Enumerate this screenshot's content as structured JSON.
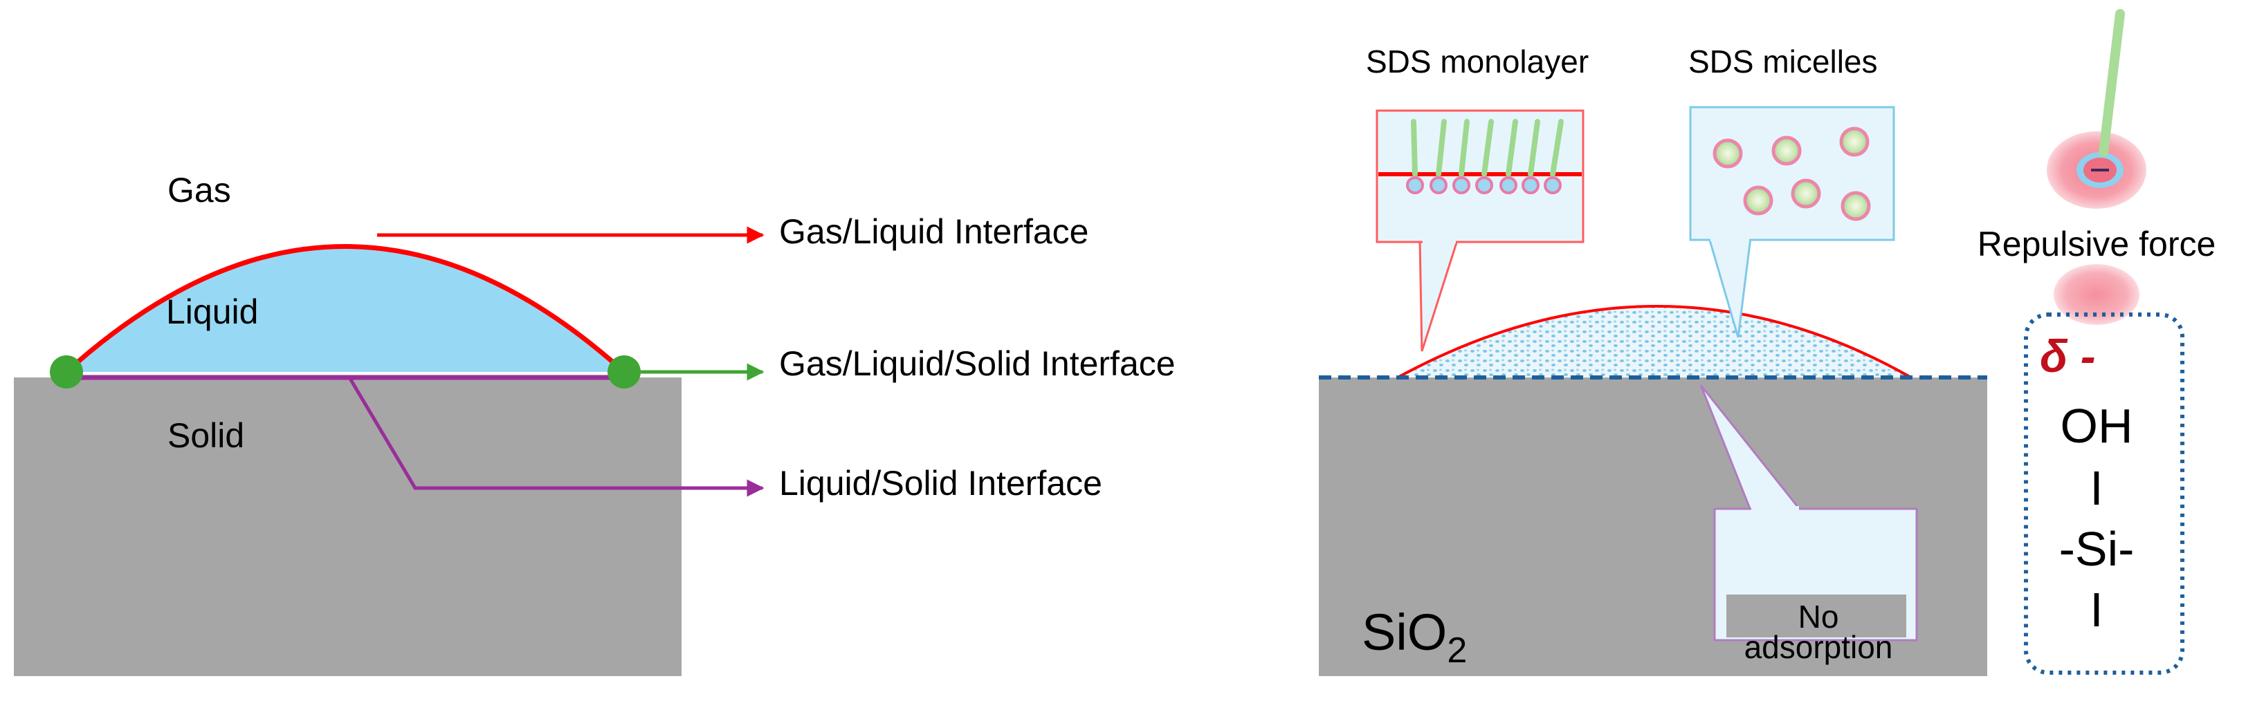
{
  "left_diagram": {
    "phase_gas": "Gas",
    "phase_liquid": "Liquid",
    "phase_solid": "Solid",
    "interface_gas_liquid": "Gas/Liquid Interface",
    "interface_gas_liquid_solid": "Gas/Liquid/Solid Interface",
    "interface_liquid_solid": "Liquid/Solid Interface"
  },
  "right_diagram": {
    "monolayer_label": "SDS monolayer",
    "micelles_label": "SDS micelles",
    "substrate_label_main": "SiO",
    "substrate_label_sub": "2",
    "no_adsorption_line1": "No",
    "no_adsorption_line2": "adsorption",
    "repulsive_label": "Repulsive force",
    "delta_label": "δ -",
    "chem_oh": "OH",
    "chem_bar_top": "I",
    "chem_si": "-Si-",
    "chem_bar_bottom": "I"
  },
  "colors": {
    "solid_gray": "#a6a6a6",
    "liquid_blue": "#97d9f4",
    "red": "#ff0000",
    "green": "#3fa535",
    "purple": "#992e99",
    "dashed_blue": "#1f5f9a",
    "pink": "#f2a0b4"
  }
}
